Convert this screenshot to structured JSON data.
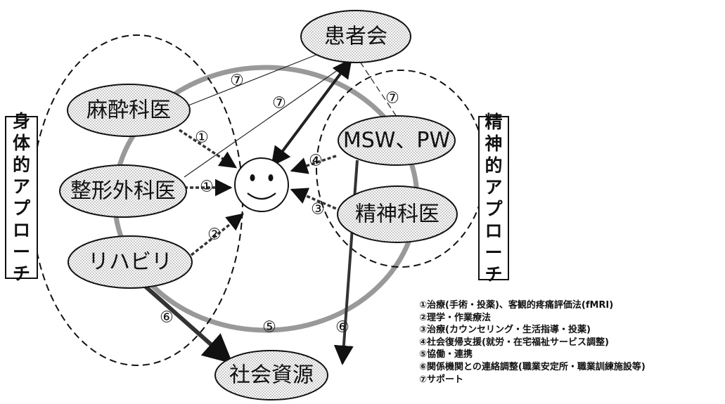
{
  "nodes": {
    "kanjakai": "患者会",
    "masuika": "麻酔科医",
    "seikei": "整形外科医",
    "rehab": "リハビリ",
    "msw": "MSW、PW",
    "seishin": "精神科医",
    "shakai": "社会資源",
    "patient": "☺"
  },
  "side_labels": {
    "physical": "身体的アプローチ",
    "mental": "精神的アプローチ"
  },
  "edge_labels": {
    "masuika_patient": "①",
    "seikei_patient": "①",
    "rehab_patient": "②",
    "seishin_patient": "③",
    "msw_patient": "④",
    "circle_bottom": "⑤",
    "rehab_shakai": "⑥",
    "msw_shakai": "⑥",
    "masuika_kanjakai": "⑦",
    "seikei_kanjakai": "⑦",
    "msw_kanjakai": "⑦"
  },
  "legend": [
    "①治療(手術・投薬)、客観的疼痛評価法(fMRI)",
    "②理学・作業療法",
    "③治療(カウンセリング・生活指導・投薬)",
    "④社会復帰支援(就労・在宅福祉サービス調整)",
    "⑤協働・連携",
    "⑥関係機関との連絡調整(職業安定所・職業訓練施設等)",
    "⑦サポート"
  ]
}
